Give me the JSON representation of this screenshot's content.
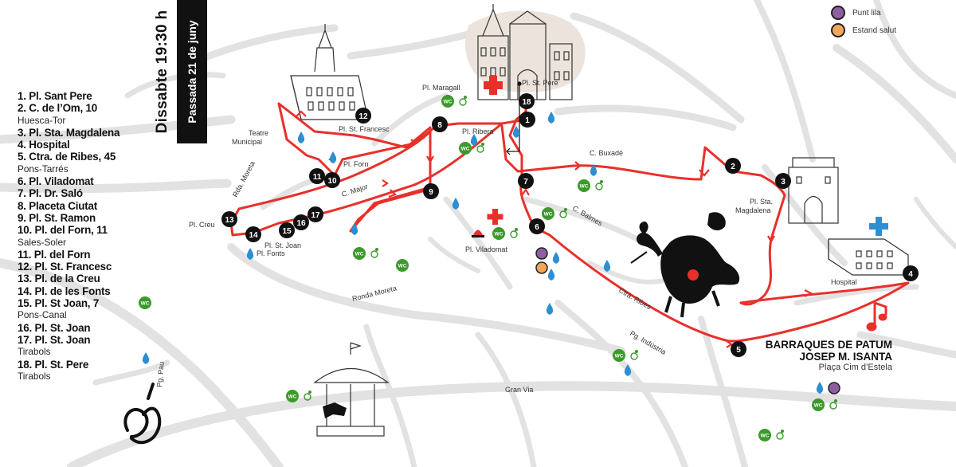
{
  "banner": {
    "line1": "Dissabte 19:30 h",
    "line2": "Passada 21 de juny"
  },
  "route_list": [
    {
      "name": "1. Pl. Sant Pere",
      "sub": ""
    },
    {
      "name": "2. C. de l’Om, 10",
      "sub": "Huesca-Tor"
    },
    {
      "name": "3. Pl. Sta. Magdalena",
      "sub": ""
    },
    {
      "name": "4. Hospital",
      "sub": ""
    },
    {
      "name": "5. Ctra. de Ribes, 45",
      "sub": "Pons-Tarrés"
    },
    {
      "name": "6. Pl. Viladomat",
      "sub": ""
    },
    {
      "name": "7. Pl. Dr. Saló",
      "sub": ""
    },
    {
      "name": "8. Placeta Ciutat",
      "sub": ""
    },
    {
      "name": "9. Pl. St. Ramon",
      "sub": ""
    },
    {
      "name": "10. Pl. del Forn, 11",
      "sub": "Sales-Soler"
    },
    {
      "name": "11. Pl. del Forn",
      "sub": ""
    },
    {
      "name": "12. Pl. St. Francesc",
      "sub": ""
    },
    {
      "name": "13. Pl. de la Creu",
      "sub": ""
    },
    {
      "name": "14. Pl. de les Fonts",
      "sub": ""
    },
    {
      "name": "15. Pl. St Joan, 7",
      "sub": "Pons-Canal"
    },
    {
      "name": "16. Pl. St. Joan",
      "sub": ""
    },
    {
      "name": "17. Pl. St. Joan",
      "sub": "Tirabols"
    },
    {
      "name": "18. Pl. St. Pere",
      "sub": "Tirabols"
    }
  ],
  "legend": [
    {
      "label": "Punt lila",
      "color": "#8e5ea2"
    },
    {
      "label": "Estand salut",
      "color": "#f2a65a"
    }
  ],
  "barraques": {
    "line1": "BARRAQUES DE PATUM",
    "line2": "JOSEP M. ISANTA",
    "line3": "Plaça Cim d’Estela"
  },
  "stop_numbers": [
    "1",
    "2",
    "3",
    "4",
    "5",
    "6",
    "7",
    "8",
    "9",
    "10",
    "11",
    "12",
    "13",
    "14",
    "15",
    "16",
    "17",
    "18"
  ],
  "place_labels": {
    "pl_maragall": "Pl. Maragall",
    "pl_st_pere": "Pl. St. Pere",
    "pl_st_francesc": "Pl. St. Francesc",
    "teatre": "Teatre",
    "municipal": "Municipal",
    "pl_forn": "Pl. Forn",
    "pl_ribera": "Pl. Ribera",
    "c_buxade": "C. Buxadé",
    "c_major": "C. Major",
    "rda_moreta": "Rda. Moreta",
    "pl_creu": "Pl. Creu",
    "pl_st_joan": "Pl. St. Joan",
    "pl_fonts": "Pl. Fonts",
    "pl_viladomat": "Pl. Viladomat",
    "c_balmes": "C. Balmes",
    "pl_sta": "Pl. Sta.",
    "magdalena": "Magdalena",
    "hospital": "Hospital",
    "ronda_moreta": "Ronda Moreta",
    "ctra_ribes": "Ctra. Ribes",
    "pg_industria": "Pg. Indústria",
    "gran_via": "Gran Via",
    "pg_pau": "Pg. Pau"
  },
  "wc_label": "WC",
  "colors": {
    "route": "#e8302b",
    "street": "#e2e2e2",
    "water": "#2d8fd1",
    "wc": "#3a9a2a",
    "stop": "#111111",
    "cross": "#e8302b",
    "health": "#2d8fd1"
  },
  "icons": [
    "water-drop-icon",
    "wc-icon",
    "accessible-icon",
    "first-aid-cross-icon",
    "siren-icon",
    "health-cross-icon",
    "music-note-icon",
    "dragon-icon",
    "carousel-icon",
    "church-icon",
    "bonfire-logo-icon"
  ]
}
